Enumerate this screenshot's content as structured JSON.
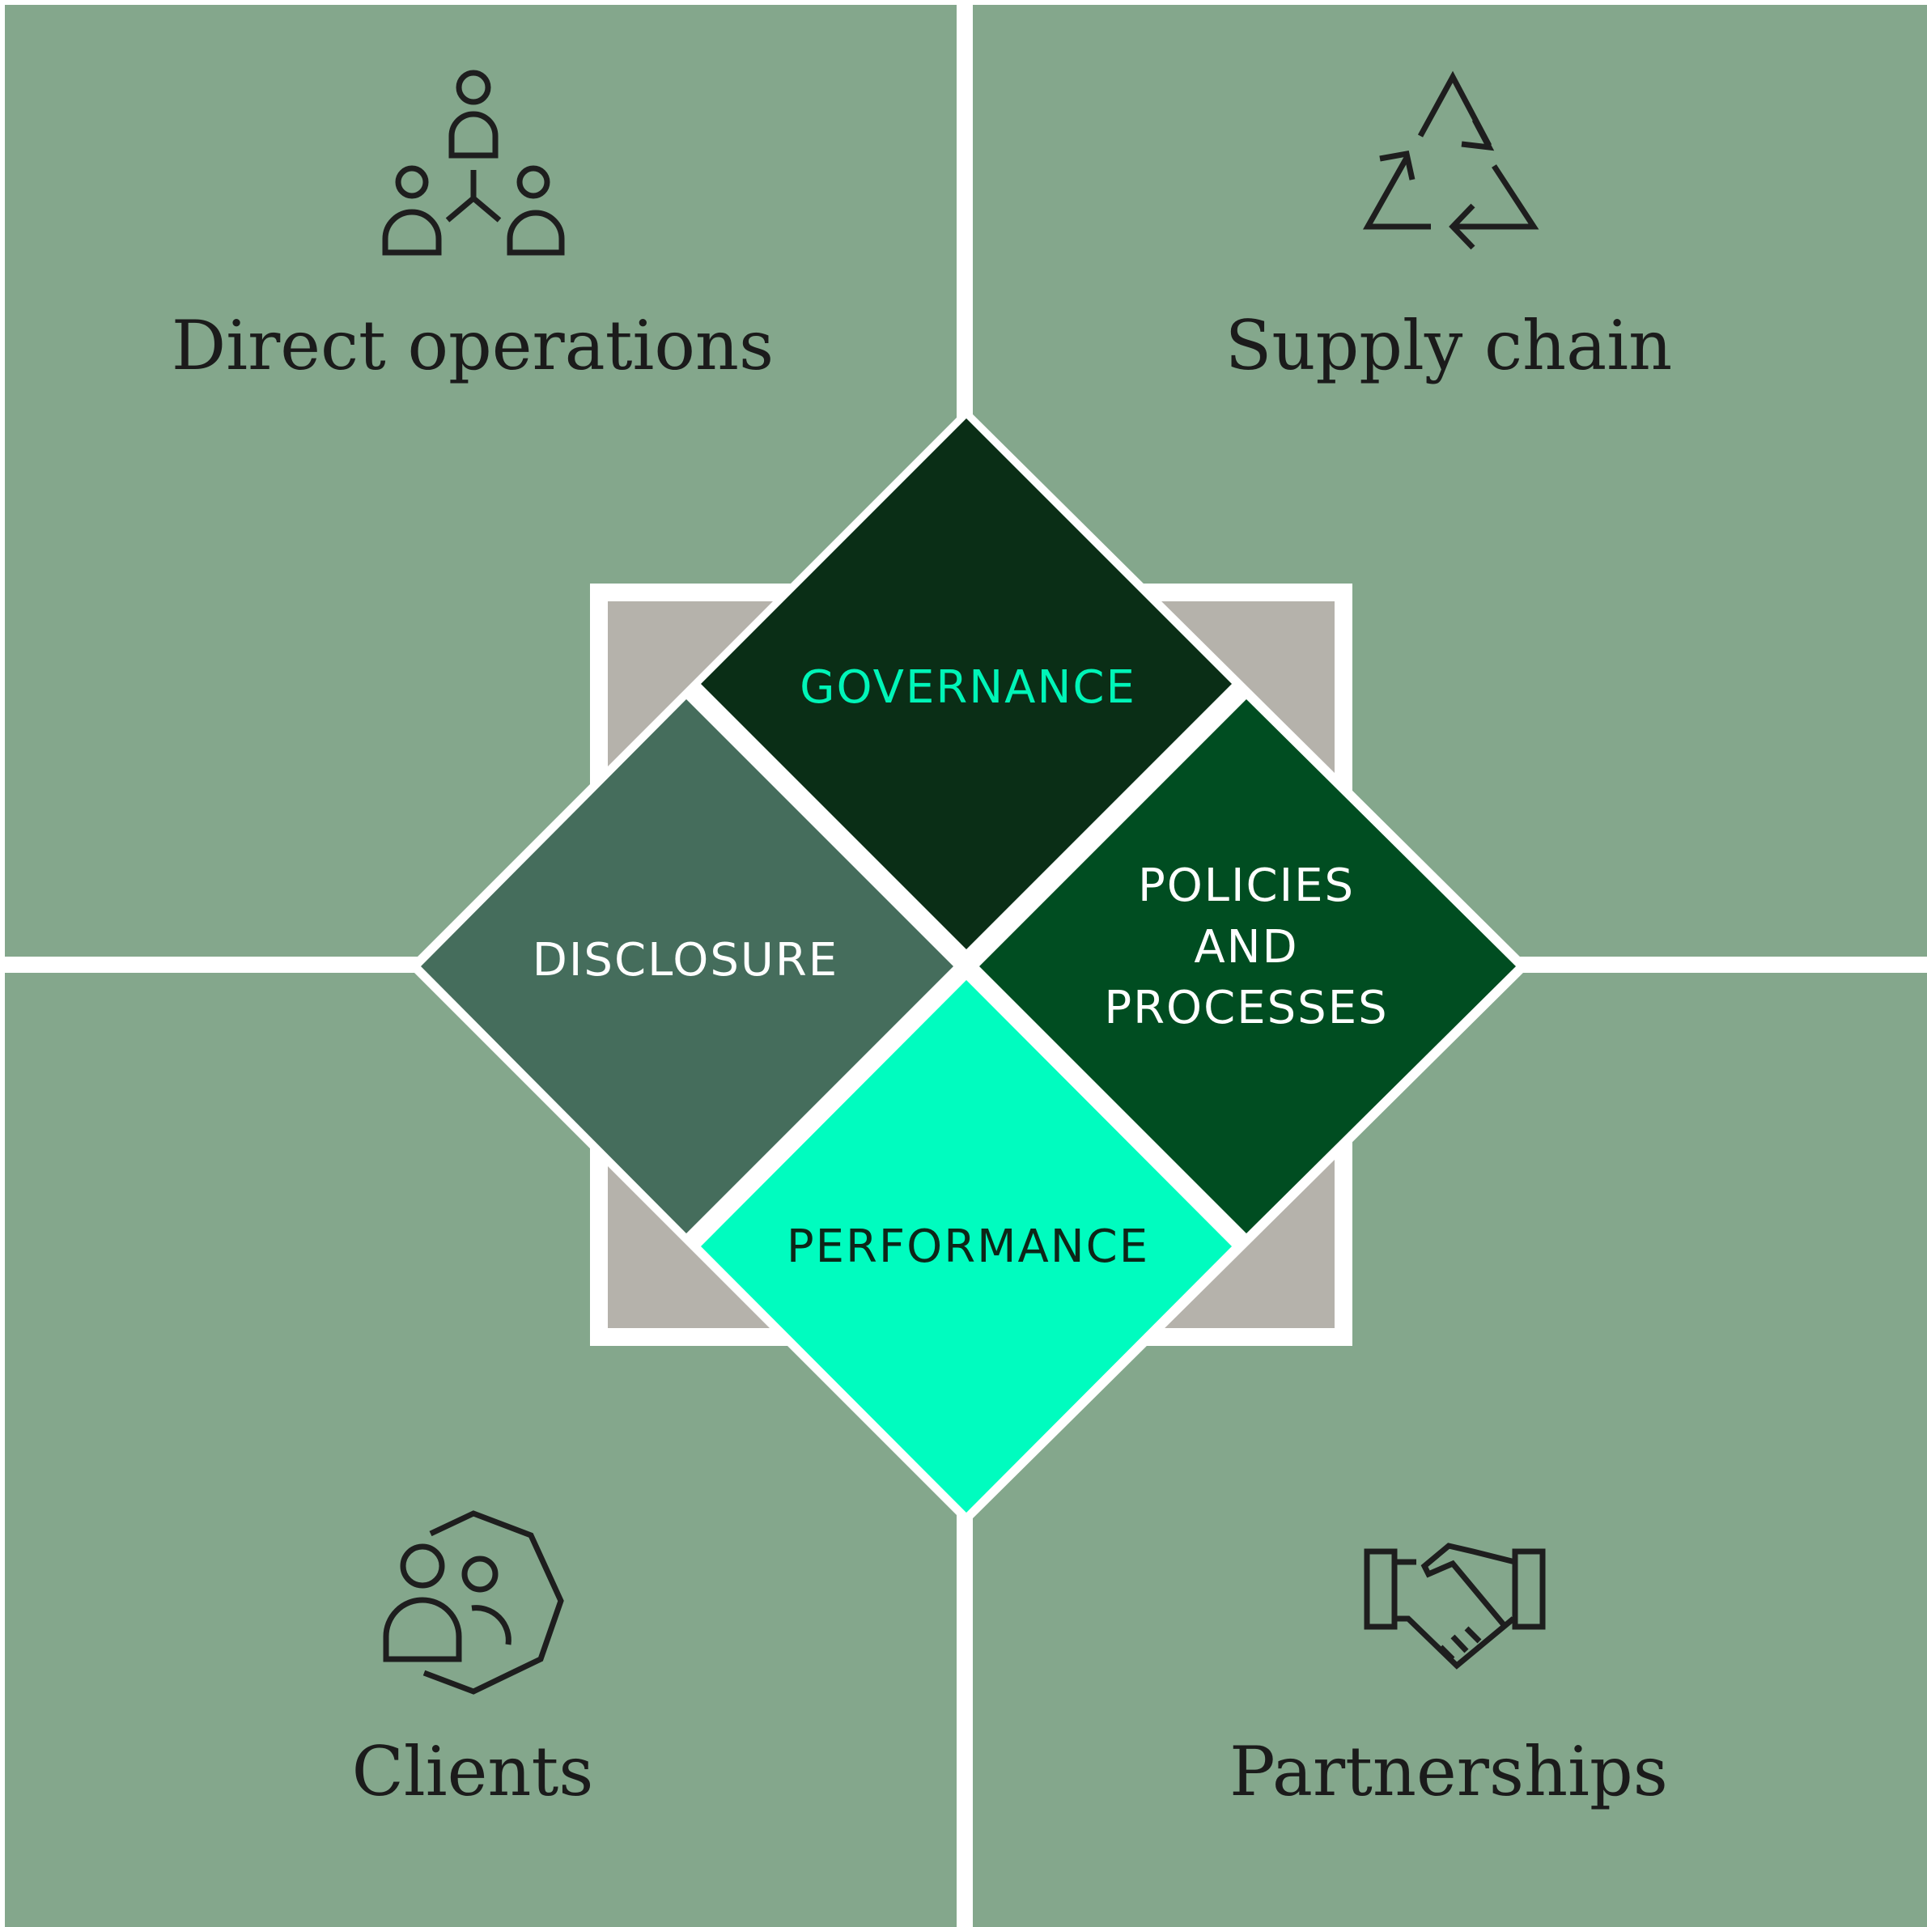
{
  "quadrants": {
    "top_left": {
      "label": "Direct operations",
      "icon": "team-network-icon"
    },
    "top_right": {
      "label": "Supply chain",
      "icon": "recycle-icon"
    },
    "bottom_left": {
      "label": "Clients",
      "icon": "clients-group-icon"
    },
    "bottom_right": {
      "label": "Partnerships",
      "icon": "handshake-icon"
    }
  },
  "pillars": {
    "governance": {
      "label": "GOVERNANCE"
    },
    "policies": {
      "line1": "POLICIES",
      "line2": "AND",
      "line3": "PROCESSES"
    },
    "disclosure": {
      "label": "DISCLOSURE"
    },
    "performance": {
      "label": "PERFORMANCE"
    }
  },
  "colors": {
    "quadrant_bg": "#84a78c",
    "divider": "#ffffff",
    "square_fill": "#b5b2ab",
    "governance_fill": "#0a2e16",
    "governance_text": "#00f5b8",
    "policies_fill": "#004d21",
    "policies_text": "#ffffff",
    "disclosure_fill": "#456d5c",
    "disclosure_text": "#ffffff",
    "performance_fill": "#00fcbf",
    "performance_text": "#0d2618"
  }
}
